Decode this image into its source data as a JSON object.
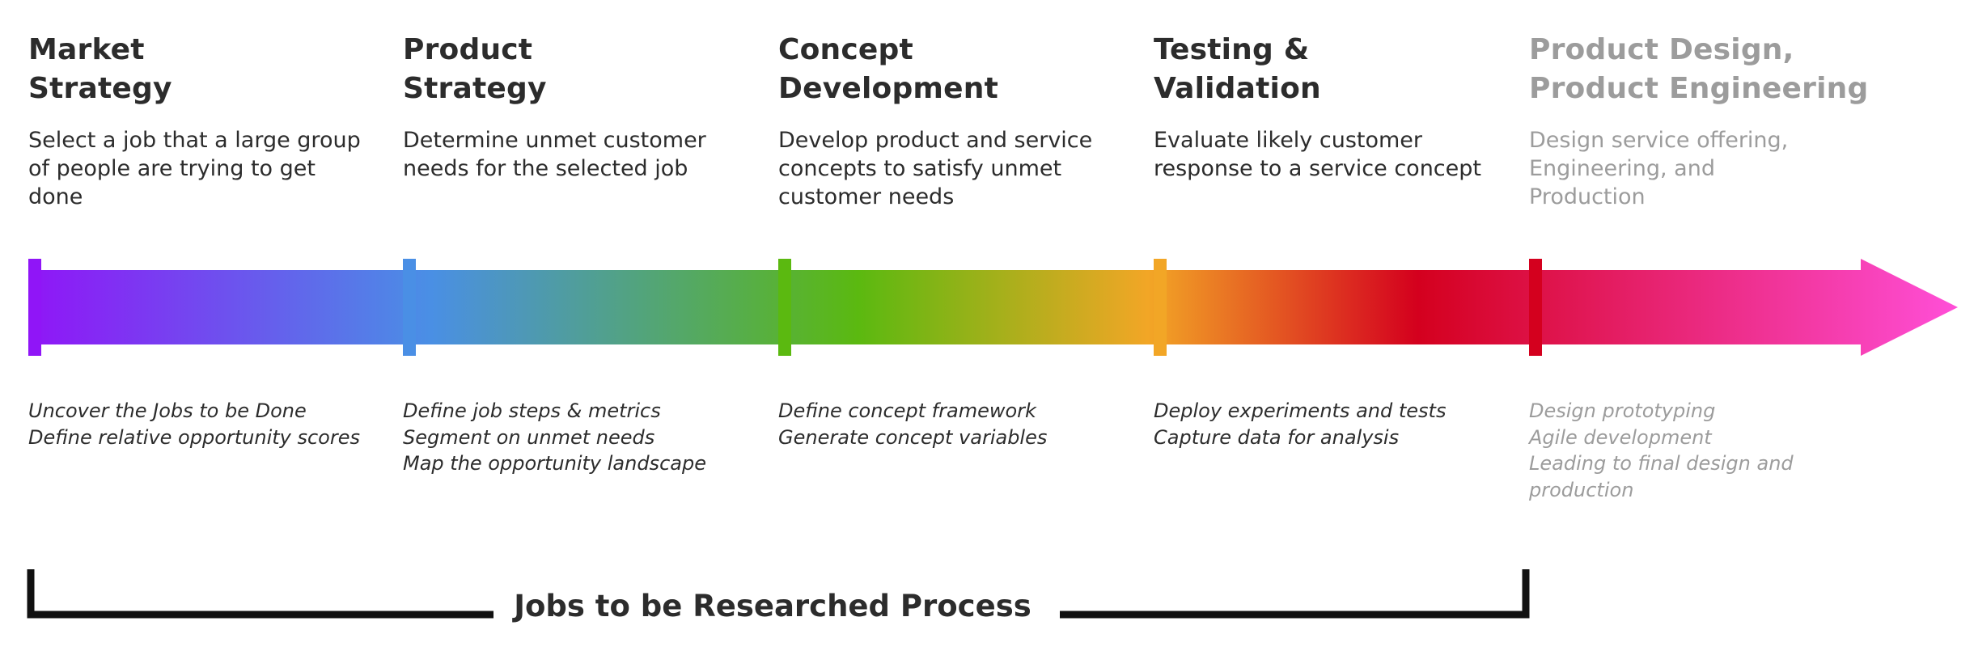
{
  "stages": [
    {
      "title_line1": "Market",
      "title_line2": "Strategy",
      "description": "Select a job that a large group of people are trying to get done",
      "tasks": [
        "Uncover the Jobs to be Done",
        "Define relative opportunity scores"
      ],
      "color": "#9015f7",
      "muted": false
    },
    {
      "title_line1": "Product",
      "title_line2": "Strategy",
      "description": "Determine unmet customer needs for the selected job",
      "tasks": [
        "Define job steps & metrics",
        "Segment on unmet needs",
        "Map the opportunity landscape"
      ],
      "color": "#4a8fe5",
      "muted": false
    },
    {
      "title_line1": "Concept",
      "title_line2": "Development",
      "description": "Develop product and service concepts to satisfy unmet customer needs",
      "tasks": [
        "Define concept framework",
        "Generate concept variables"
      ],
      "color": "#5bb910",
      "muted": false
    },
    {
      "title_line1": "Testing &",
      "title_line2": "Validation",
      "description": "Evaluate likely customer response to a service concept",
      "tasks": [
        "Deploy experiments and tests",
        "Capture data for analysis"
      ],
      "color": "#f2a626",
      "muted": false
    },
    {
      "title_line1": "Product Design,",
      "title_line2": "Product Engineering",
      "description": "Design service offering, Engineering, and Production",
      "tasks": [
        "Design prototyping",
        "Agile development",
        "Leading to final design and production"
      ],
      "color": "#d4001e",
      "muted": true
    }
  ],
  "arrow": {
    "gradient_colors": [
      "#9015f7",
      "#4a8fe5",
      "#5bb910",
      "#f2a626",
      "#d4001e",
      "#ff4fd8"
    ]
  },
  "footer": {
    "label": "Jobs to be Researched Process",
    "bracket_color": "#111111"
  },
  "colors": {
    "text_dark": "#2c2c2c",
    "text_muted": "#9c9c9c"
  }
}
